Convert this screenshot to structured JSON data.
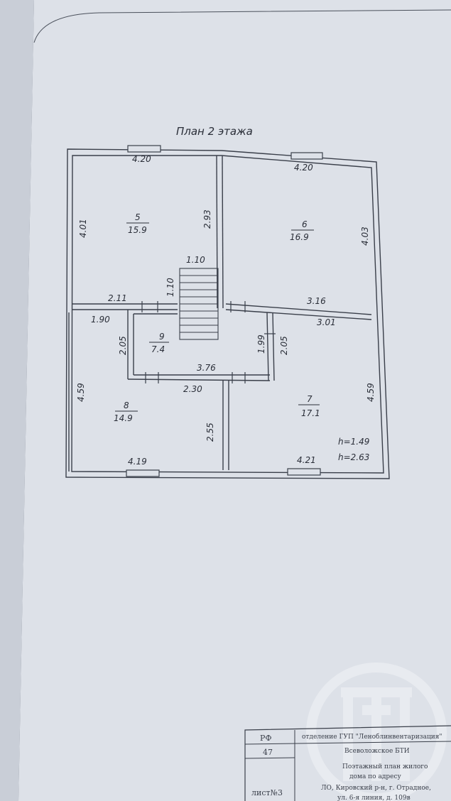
{
  "plan": {
    "title": "План 2 этажа",
    "rooms": [
      {
        "number": "5",
        "area": "15.9"
      },
      {
        "number": "6",
        "area": "16.9"
      },
      {
        "number": "7",
        "area": "17.1"
      },
      {
        "number": "8",
        "area": "14.9"
      },
      {
        "number": "9",
        "area": "7.4"
      }
    ],
    "dimensions": {
      "r5_top": "4.20",
      "r5_left": "4.01",
      "r5_right": "2.93",
      "r5_bottom": "2.11",
      "stair_top": "1.10",
      "stair_side": "1.10",
      "r6_top": "4.20",
      "r6_right": "4.03",
      "r6_bottom": "3.16",
      "r8_top": "1.90",
      "r8_upper": "2.05",
      "r8_left": "4.59",
      "r8_right": "2.55",
      "r8_bottom": "4.19",
      "r9_right": "1.99",
      "r9_bottom": "3.76",
      "hall_bottom": "2.30",
      "r7_left": "2.05",
      "r7_top": "3.01",
      "r7_right": "4.59",
      "r7_bottom": "4.21",
      "h1": "h=1.49",
      "h2": "h=2.63"
    }
  },
  "stamp": {
    "rf": "РФ",
    "code": "47",
    "sheet": "лист№3",
    "org_line1": "отделение ГУП \"Леноблинвентаризация\"",
    "org_line2": "Всеволожское БТИ",
    "doc_line1": "Поэтажный план жилого",
    "doc_line2": "дома по адресу",
    "addr_line1": "ЛО, Кировский р-н, г. Отрадное,",
    "addr_line2": "ул. 6-я линия, д. 109в"
  }
}
